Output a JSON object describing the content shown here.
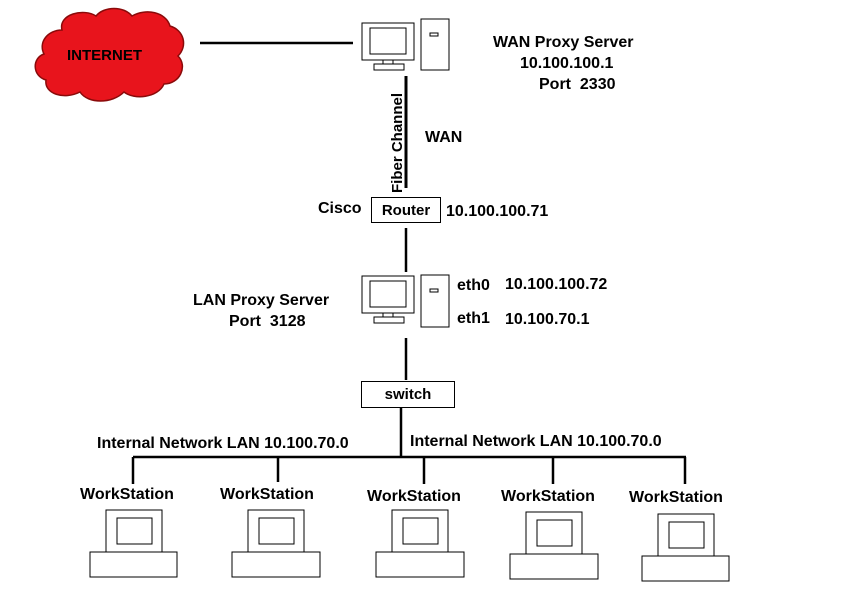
{
  "internet": {
    "label": "INTERNET",
    "color": "#e8141c"
  },
  "wan_proxy": {
    "title": "WAN Proxy Server",
    "ip": "10.100.100.1",
    "port": "Port  2330"
  },
  "fiber_label": "Fiber Channel",
  "wan_label": "WAN",
  "router": {
    "vendor": "Cisco",
    "label": "Router",
    "ip": "10.100.100.71"
  },
  "lan_proxy": {
    "title": "LAN Proxy Server",
    "port": "Port  3128",
    "eth0_label": "eth0",
    "eth0_ip": "10.100.100.72",
    "eth1_label": "eth1",
    "eth1_ip": "10.100.70.1"
  },
  "switch": {
    "label": "switch"
  },
  "lan_left": "Internal Network LAN 10.100.70.0",
  "lan_right": "Internal Network LAN 10.100.70.0",
  "workstations": [
    "WorkStation",
    "WorkStation",
    "WorkStation",
    "WorkStation",
    "WorkStation"
  ]
}
